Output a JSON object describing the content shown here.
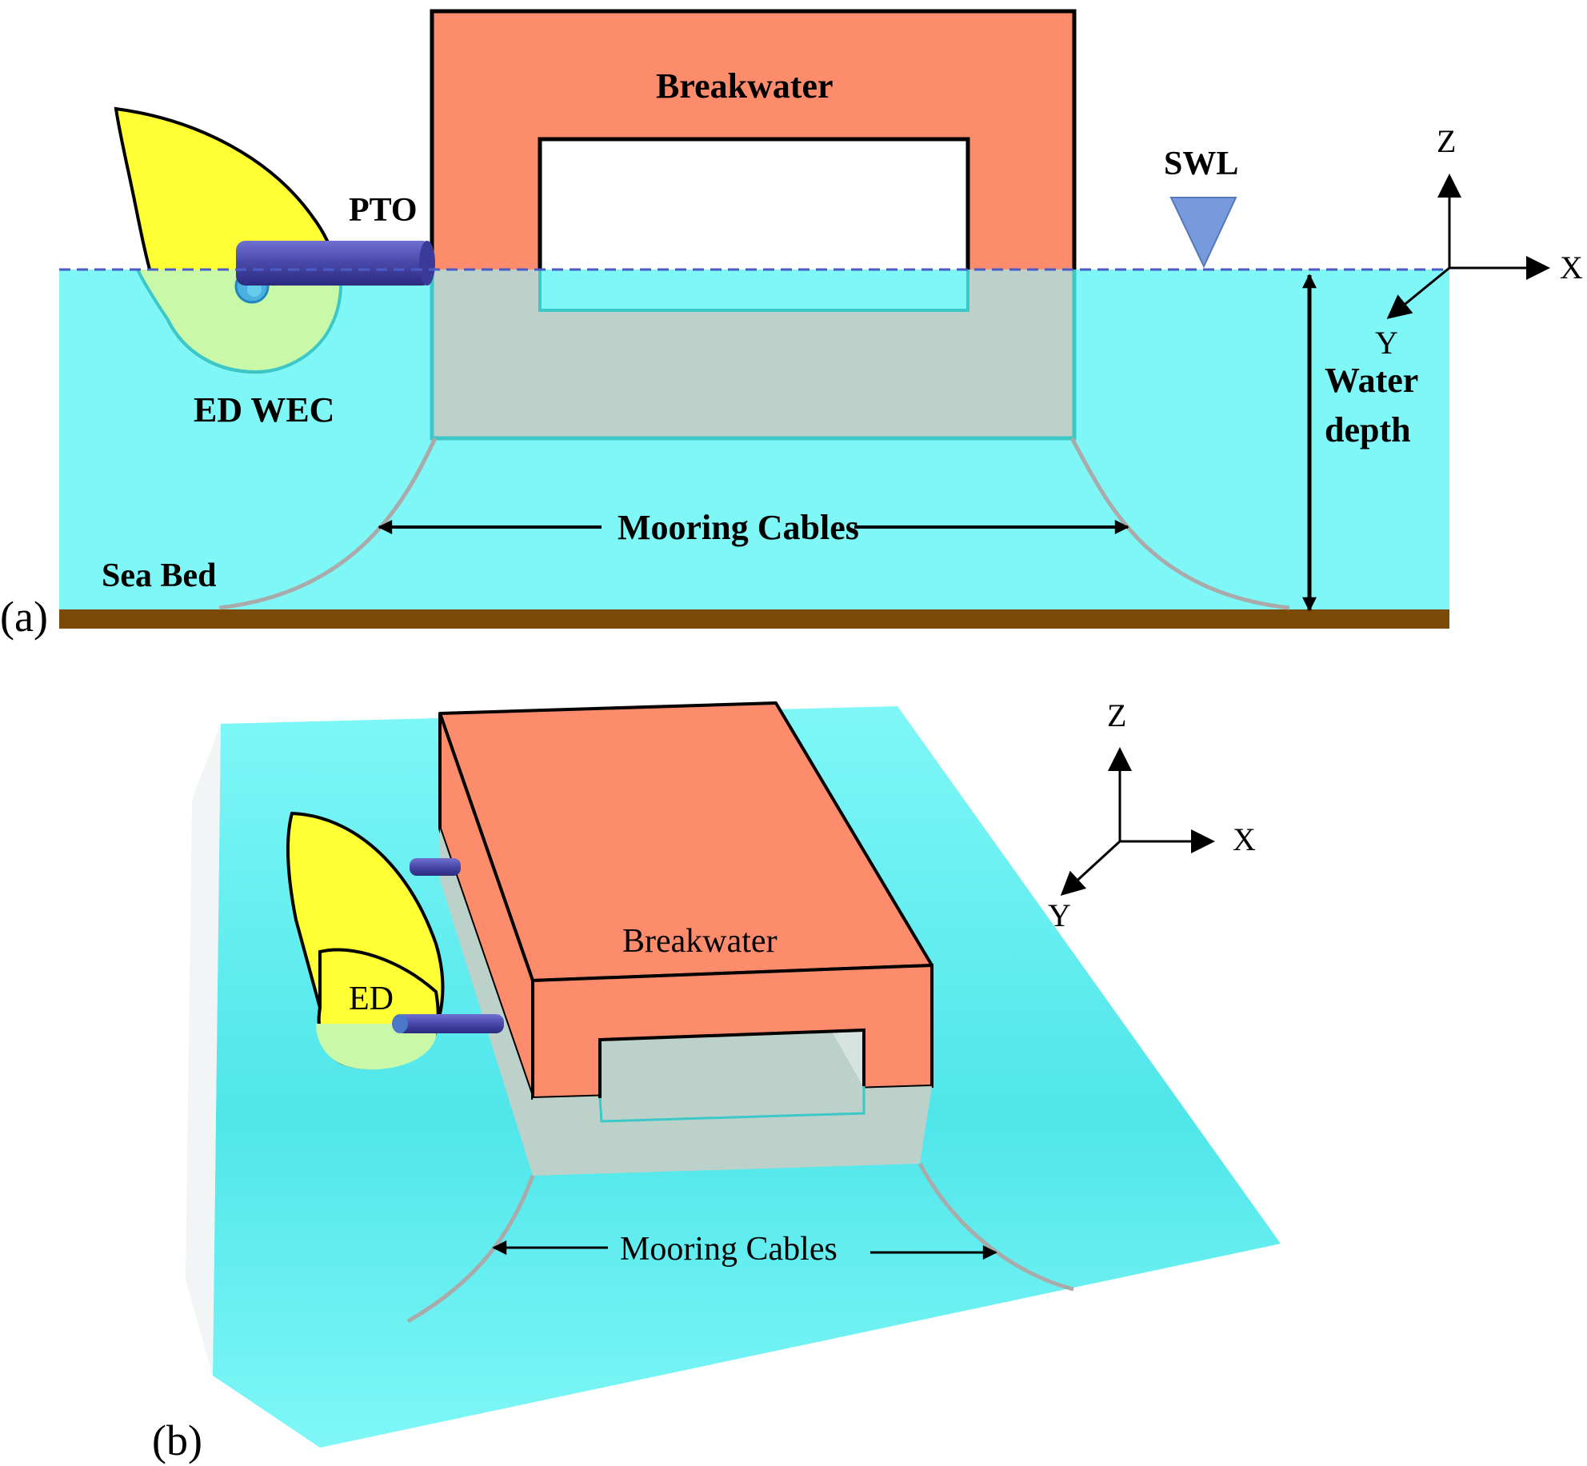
{
  "panel_a": {
    "letter": "(a)",
    "breakwater_label": "Breakwater",
    "pto_label": "PTO",
    "wec_label": "ED WEC",
    "swl_label": "SWL",
    "water_depth_label_1": "Water",
    "water_depth_label_2": "depth",
    "mooring_label": "Mooring Cables",
    "seabed_label": "Sea Bed",
    "axes": {
      "z": "Z",
      "x": "X",
      "y": "Y"
    }
  },
  "panel_b": {
    "letter": "(b)",
    "breakwater_label": "Breakwater",
    "ed_label": "ED",
    "mooring_label": "Mooring Cables",
    "axes": {
      "z": "Z",
      "x": "X",
      "y": "Y"
    }
  },
  "colors": {
    "water": "#7ff7f7",
    "breakwater": "#fd8c6c",
    "submerged_body": "#bcd1c9",
    "wec_yellow": "#ffff33",
    "wec_submerged": "#c8f8a8",
    "pto_rod": "#4a4ab0",
    "seabed": "#7a4a06",
    "swl_marker": "#7799dd",
    "mooring_cable": "#aaaaaa"
  }
}
